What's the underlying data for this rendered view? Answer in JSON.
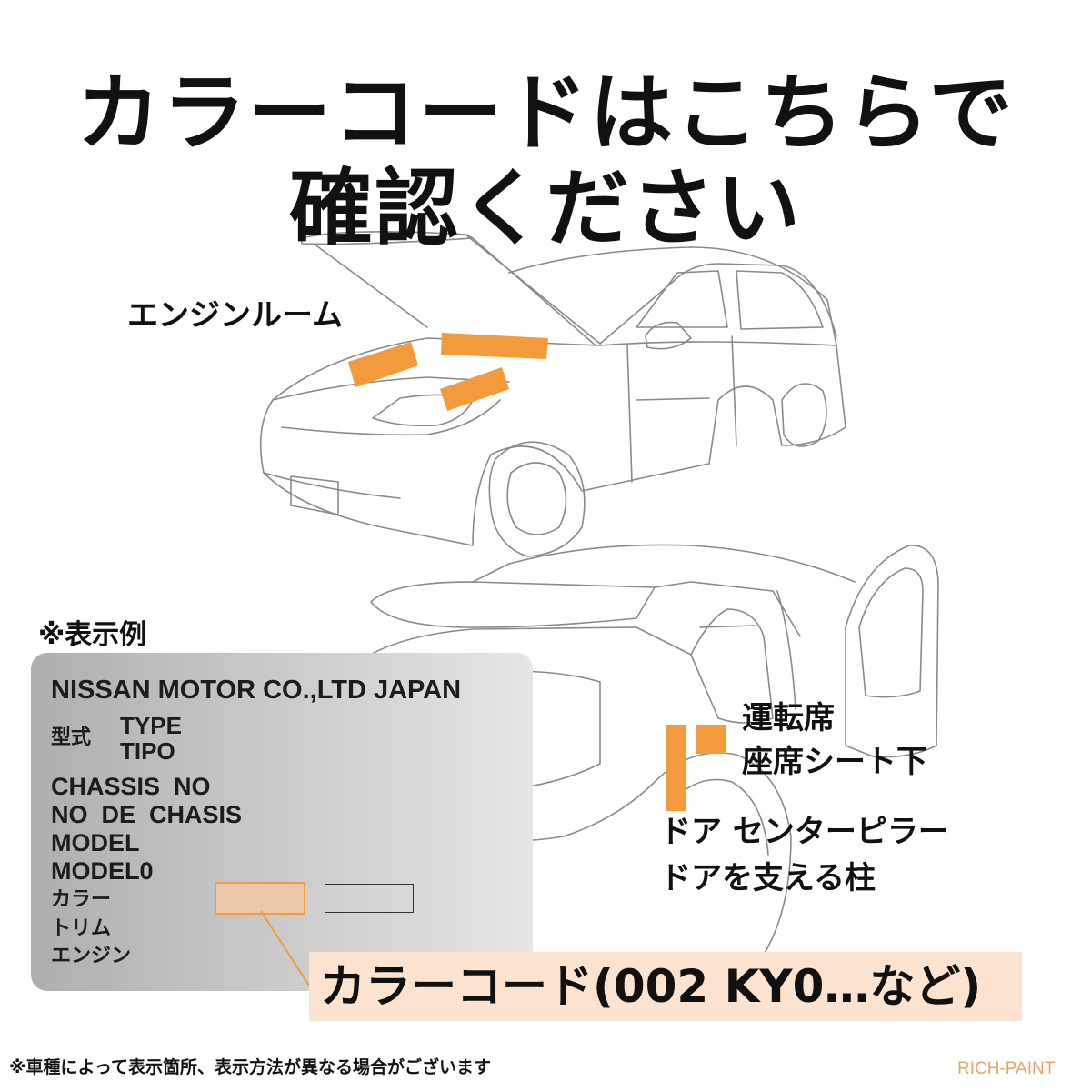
{
  "header": {
    "line1": "カラーコードはこちらで",
    "line2": "確認ください"
  },
  "labels": {
    "engine_room": "エンジンルーム",
    "example": "※表示例",
    "driver_seat": "運転席",
    "under_seat": "座席シート下",
    "center_pillar": "ドア センターピラー",
    "pillar_desc": "ドアを支える柱"
  },
  "plate": {
    "maker": "NISSAN MOTOR CO.,LTD JAPAN",
    "type_jp": "型式",
    "type_en": "TYPE",
    "type_es": "TIPO",
    "chassis_en": "CHASSIS  NO",
    "chassis_es": "NO  DE  CHASIS",
    "model_en": "MODEL",
    "model_es": "MODEL0",
    "color": "カラー",
    "trim": "トリム",
    "engine": "エンジン"
  },
  "color_code": "カラーコード(002 KY0…など)",
  "footnote": "※車種によって表示箇所、表示方法が異なる場合がございます",
  "brand": "RICH-PAINT",
  "colors": {
    "highlight": "#f39a3c",
    "banner": "#fbe3cf",
    "brand": "#e8a56a"
  }
}
